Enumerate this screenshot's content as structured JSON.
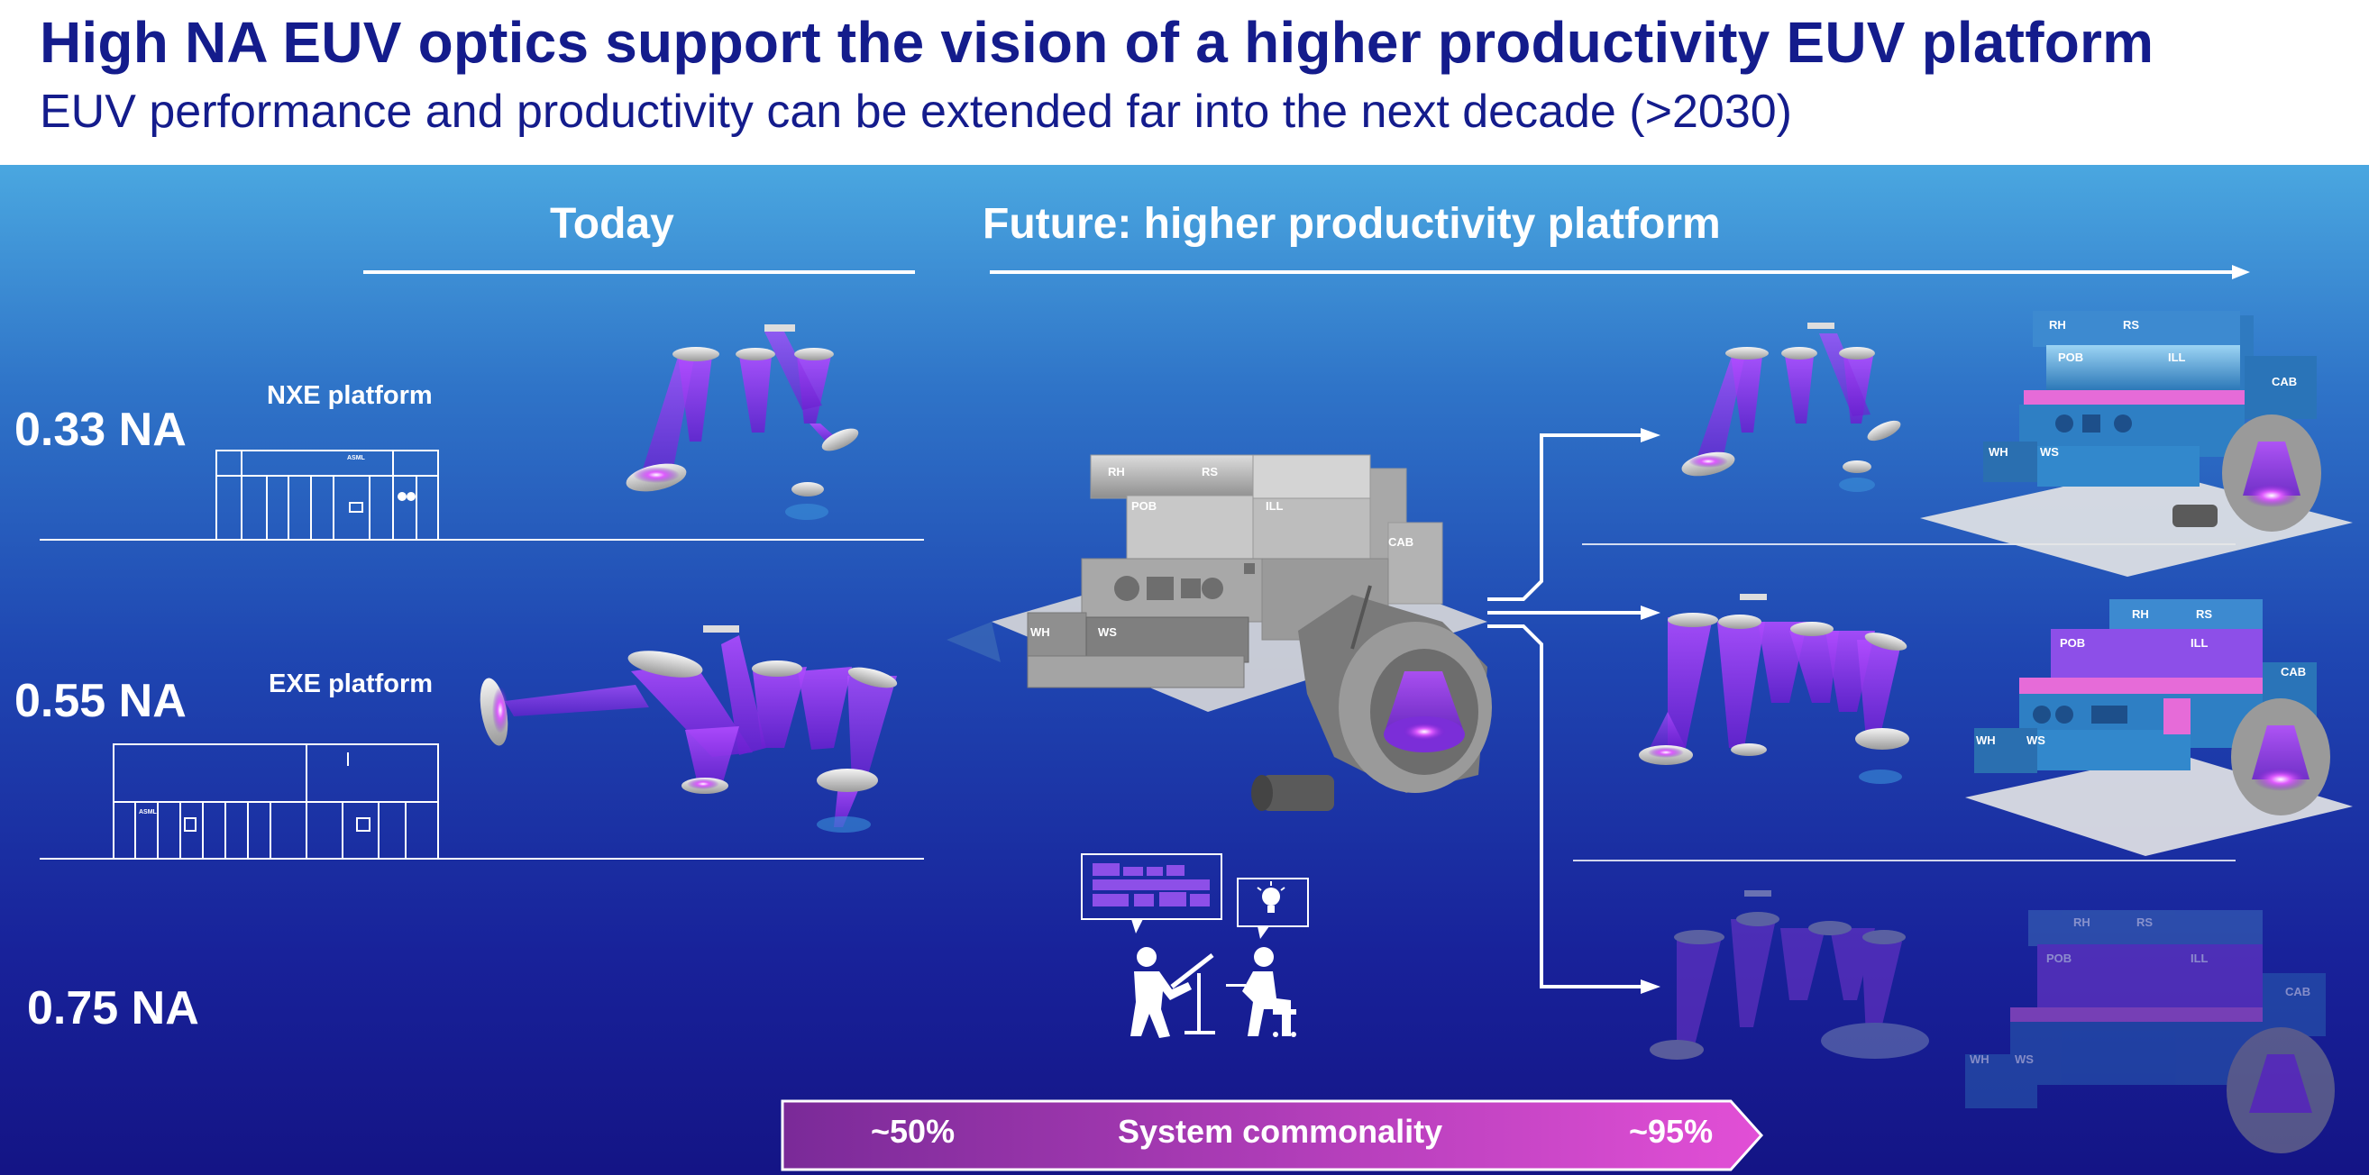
{
  "title": "High NA EUV optics support the vision of a higher productivity EUV platform",
  "subtitle": "EUV performance and productivity can be extended far into the next decade (>2030)",
  "columns": {
    "today": "Today",
    "future": "Future: higher productivity platform"
  },
  "rows": [
    {
      "na": "0.33 NA",
      "platform": "NXE platform"
    },
    {
      "na": "0.55 NA",
      "platform": "EXE platform"
    },
    {
      "na": "0.75 NA",
      "platform": ""
    }
  ],
  "module_labels": {
    "rh": "RH",
    "rs": "RS",
    "pob": "POB",
    "ill": "ILL",
    "cab": "CAB",
    "wh": "WH",
    "ws": "WS"
  },
  "logo_text": "ASML",
  "commonality": {
    "left": "~50%",
    "center": "System commonality",
    "right": "~95%"
  },
  "colors": {
    "title": "#141c8c",
    "beam": "#9b3df2",
    "accent_pink": "#e85bd8",
    "arrow_start": "#7a2a98",
    "arrow_end": "#e24fd6"
  }
}
